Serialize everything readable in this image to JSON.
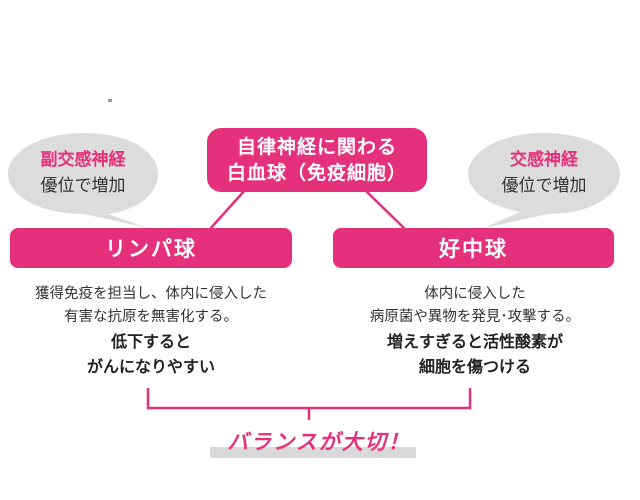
{
  "top_box": {
    "line1": "自律神経に関わる",
    "line2": "白血球（免疫細胞）"
  },
  "left_bubble": {
    "line1": "副交感神経",
    "line2": "優位で増加"
  },
  "right_bubble": {
    "line1": "交感神経",
    "line2": "優位で増加"
  },
  "left": {
    "title": "リンパ球",
    "desc_line1": "獲得免疫を担当し、体内に侵入した",
    "desc_line2": "有害な抗原を無害化する。",
    "bold_line1": "低下すると",
    "bold_line2": "がんになりやすい"
  },
  "right": {
    "title": "好中球",
    "desc_line1": "体内に侵入した",
    "desc_line2": "病原菌や異物を発見･攻撃する。",
    "bold_line1": "増えすぎると活性酸素が",
    "bold_line2": "細胞を傷つける"
  },
  "conclusion": "バランスが大切！",
  "colors": {
    "accent": "#e5307c",
    "bubble": "#dcdcdc",
    "text": "#333333"
  }
}
